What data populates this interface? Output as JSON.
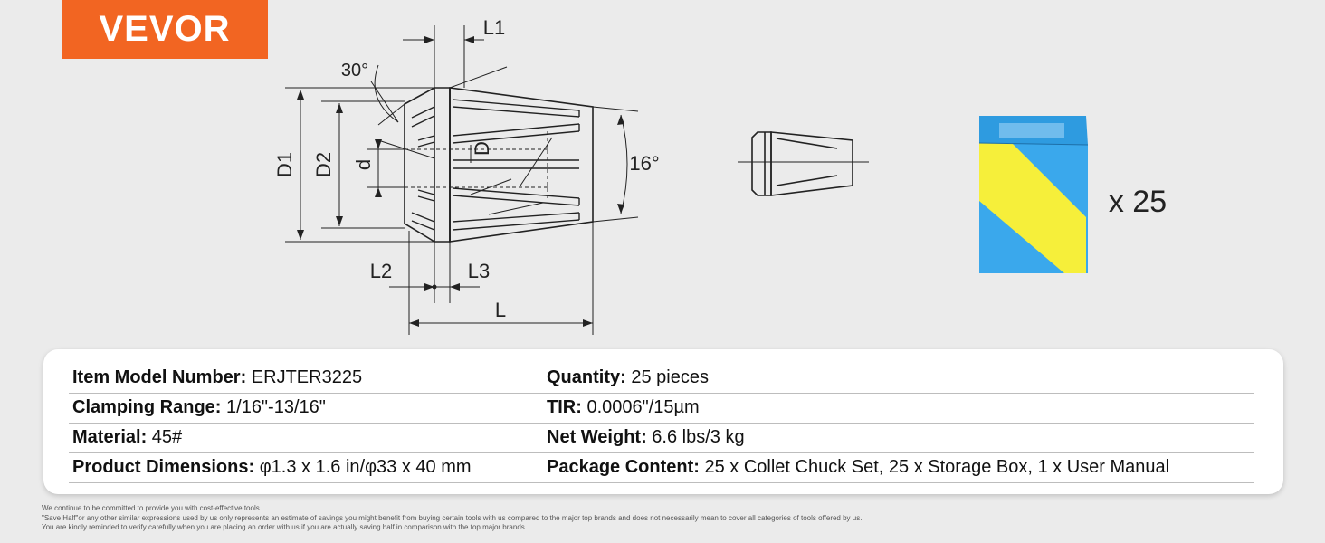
{
  "brand": {
    "name": "VEVOR",
    "color": "#f26522"
  },
  "drawing": {
    "angle_top": "30°",
    "angle_side": "16°",
    "labels": {
      "L1": "L1",
      "L2": "L2",
      "L3": "L3",
      "L": "L",
      "D1": "D1",
      "D2": "D2",
      "d": "d",
      "D": "D"
    },
    "quantity_label": "x 25"
  },
  "specs": [
    {
      "left": {
        "key": "Item Model Number:",
        "value": " ERJTER3225"
      },
      "right": {
        "key": "Quantity:",
        "value": " 25 pieces"
      }
    },
    {
      "left": {
        "key": "Clamping Range:",
        "value": " 1/16\"-13/16\""
      },
      "right": {
        "key": "TIR:",
        "value": " 0.0006\"/15µm"
      }
    },
    {
      "left": {
        "key": "Material:",
        "value": " 45#"
      },
      "right": {
        "key": "Net Weight:",
        "value": " 6.6 lbs/3 kg"
      }
    },
    {
      "left": {
        "key": "Product Dimensions:",
        "value": " φ1.3 x 1.6 in/φ33 x 40 mm"
      },
      "right": {
        "key": "Package Content:",
        "value": " 25 x Collet Chuck Set,  25 x Storage Box,  1 x User Manual"
      }
    }
  ],
  "disclaimer": [
    "We continue to be committed to provide you with cost-effective tools.",
    "\"Save Half\"or any other similar expressions used by us only represents an estimate of savings you might benefit from buying certain tools with us compared to the major top brands and does not necessarily mean to cover all categories of tools offered by us.",
    "You are kindly reminded to verify carefully when you are placing an order with us if you are actually saving half in comparison with the top major brands."
  ]
}
